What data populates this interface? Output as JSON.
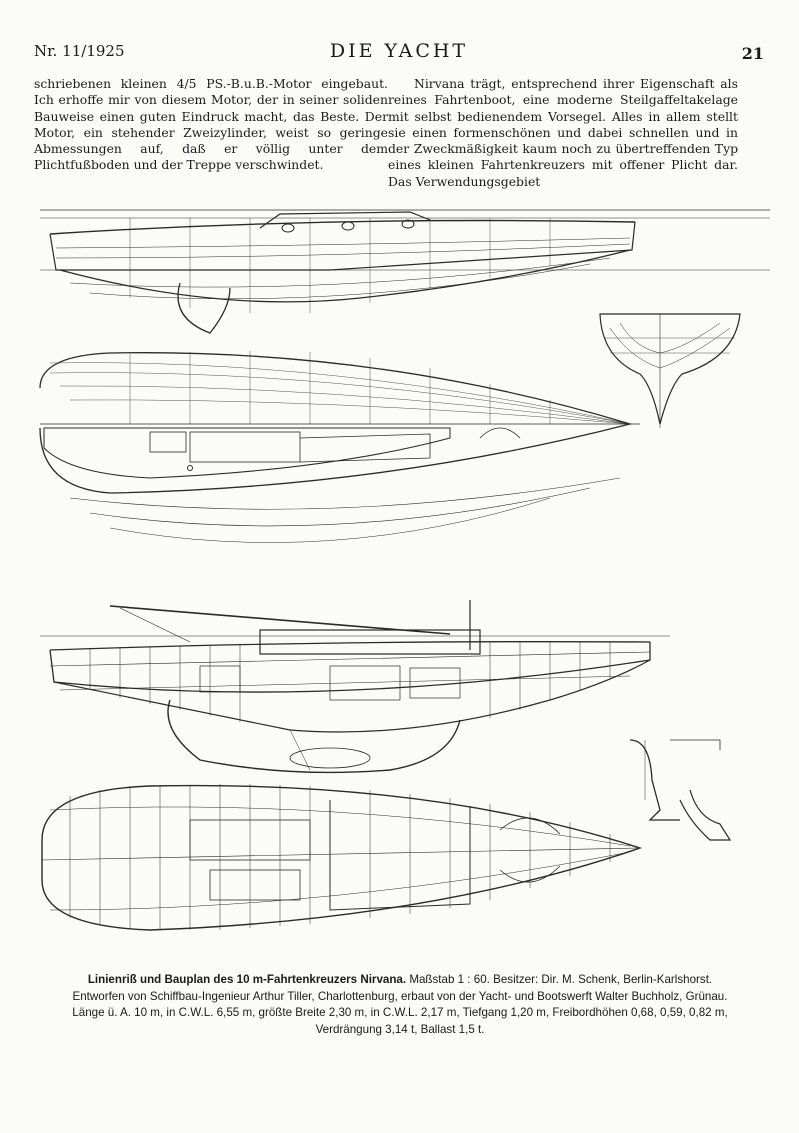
{
  "header": {
    "issue": "Nr. 11/1925",
    "magazine": "DIE YACHT",
    "page_number": "21"
  },
  "left_column": {
    "text": "schriebenen kleinen 4/5 PS.-B.u.B.-Motor eingebaut. Ich erhoffe mir von diesem Motor, der in seiner soliden Bauweise einen guten Eindruck macht, das Beste. Der Motor, ein stehender Zweizylinder, weist so geringe Abmessungen auf, daß er völlig unter dem Plichtfußboden und der Treppe verschwindet."
  },
  "right_column": {
    "text": "Nirvana trägt, entsprechend ihrer Eigenschaft als reines Fahrtenboot, eine moderne Steilgaffeltakelage mit selbst bedienendem Vorsegel. Alles in allem stellt sie einen formenschönen und dabei schnellen und in der Zweckmäßigkeit kaum noch zu übertreffenden Typ eines kleinen Fahrtenkreuzers mit offener Plicht dar. Das Verwendungsgebiet"
  },
  "caption": {
    "title": "Linienriß und Bauplan des 10 m-Fahrtenkreuzers Nirvana.",
    "line1_rest": " Maßstab 1 : 60. Besitzer: Dir. M. Schenk, Berlin-Karlshorst.",
    "line2": "Entworfen von Schiffbau-Ingenieur Arthur Tiller, Charlottenburg, erbaut von der Yacht- und Bootswerft Walter Buchholz, Grünau.",
    "line3": "Länge ü. A. 10 m, in C.W.L. 6,55 m, größte Breite 2,30 m, in C.W.L. 2,17 m, Tiefgang 1,20 m, Freibordhöhen 0,68, 0,59, 0,82 m,",
    "line4": "Verdrängung 3,14 t, Ballast 1,5 t."
  }
}
